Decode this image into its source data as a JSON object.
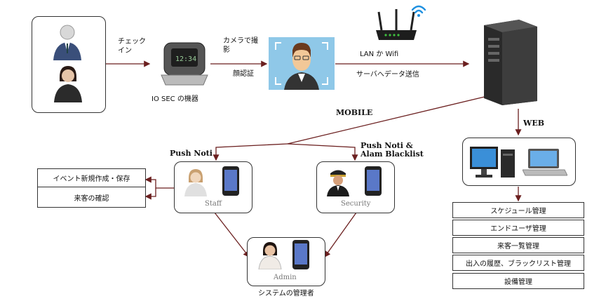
{
  "labels": {
    "checkin": "チェック\nイン",
    "camera_capture": "カメラで撮\n影",
    "face_auth": "顔認証",
    "lan_wifi": "LAN か Wifi",
    "send_to_server": "サーバへデータ送信",
    "device": "IO SEC の機器",
    "mobile": "MOBILE",
    "web": "WEB",
    "push_noti": "Push Noti",
    "push_noti_alam": "Push Noti &\nAlam Blacklist",
    "system_admin": "システムの管理者"
  },
  "nodes": {
    "staff": "Staff",
    "security": "Security",
    "admin": "Admin"
  },
  "staff_actions": [
    "イベント新規作成・保存",
    "来客の確認"
  ],
  "web_features": [
    "スケジュール管理",
    "エンドユーザ管理",
    "来客一覧管理",
    "出入の履歴、ブラックリスト管理",
    "設備管理"
  ],
  "colors": {
    "line": "#6b1f1f",
    "border": "#333333"
  },
  "icons": [
    "male-user-icon",
    "female-user-icon",
    "device-icon",
    "face-scan-icon",
    "router-icon",
    "wifi-icon",
    "server-icon",
    "desktop-computer-icon",
    "laptop-icon",
    "smartphone-icon",
    "guard-icon"
  ]
}
